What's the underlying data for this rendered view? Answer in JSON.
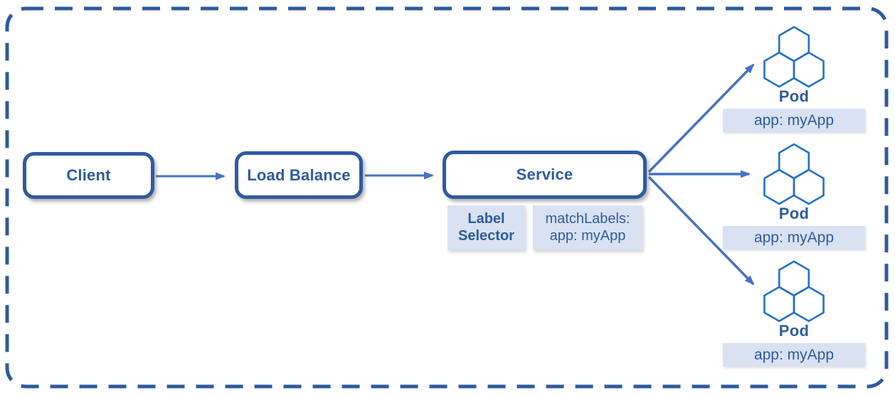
{
  "nodes": {
    "client": "Client",
    "load_balance": "Load Balance",
    "service": "Service"
  },
  "service_annotation": {
    "selector_label": "Label Selector",
    "match_labels": "matchLabels: app: myApp"
  },
  "pods": [
    {
      "name": "Pod",
      "tag": "app: myApp"
    },
    {
      "name": "Pod",
      "tag": "app: myApp"
    },
    {
      "name": "Pod",
      "tag": "app: myApp"
    }
  ],
  "colors": {
    "primary_blue": "#2E5B9E",
    "arrow_blue": "#4472C4",
    "hexagon_blue": "#2271C8",
    "chip_fill": "#D9E2F3",
    "background": "#FFFFFF"
  }
}
